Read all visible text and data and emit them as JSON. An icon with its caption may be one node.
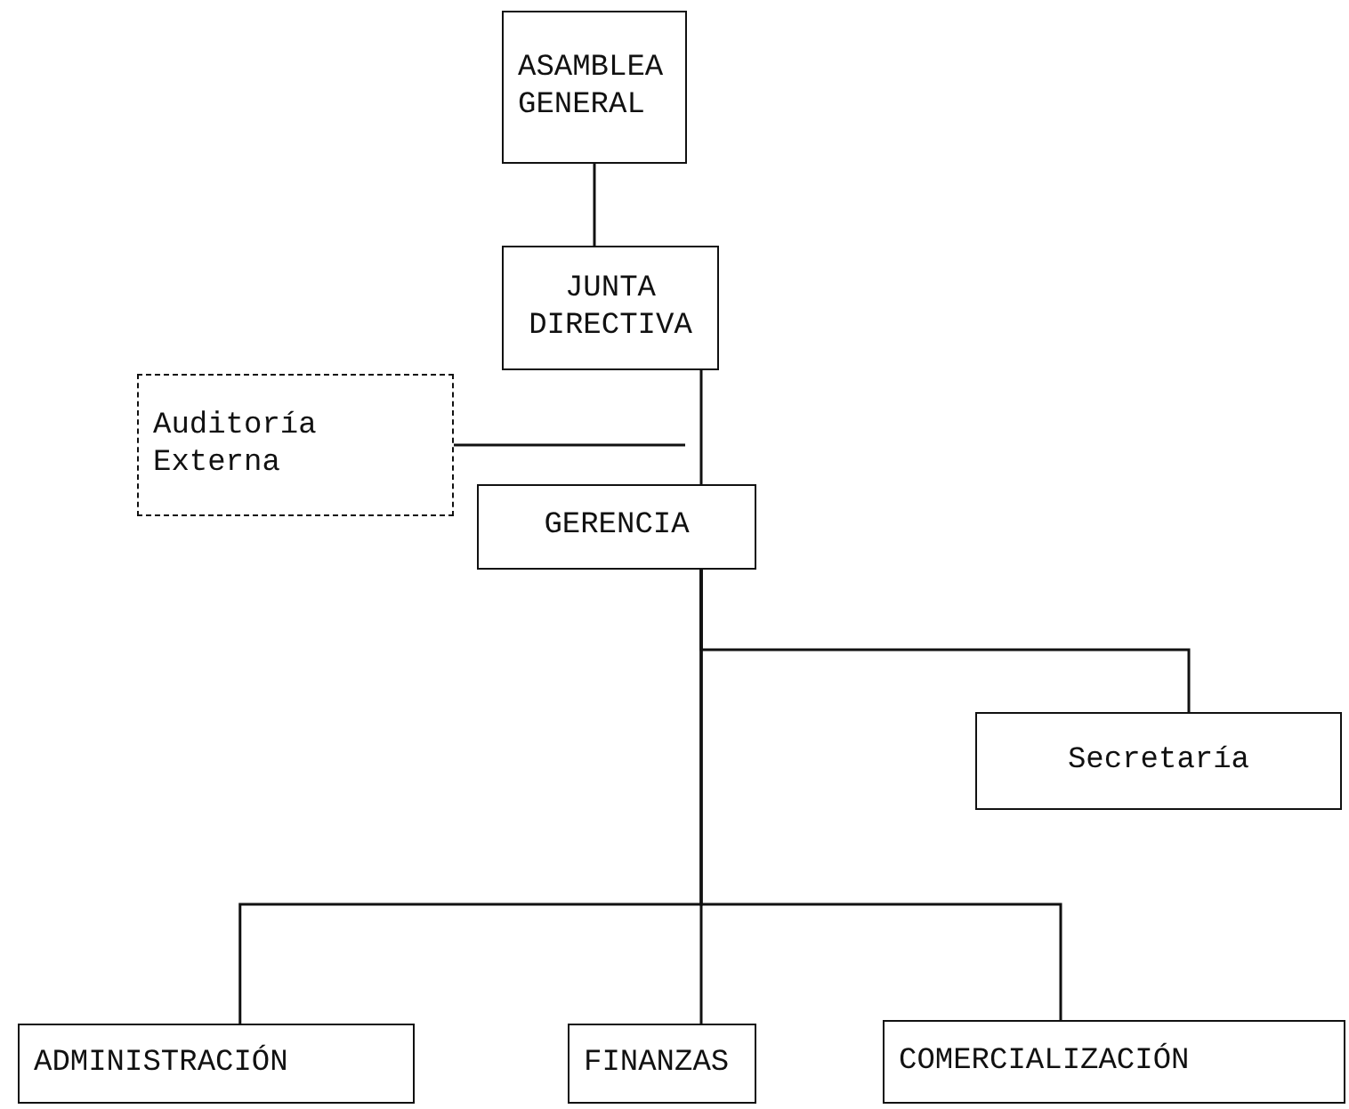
{
  "diagram": {
    "nodes": [
      {
        "text": [
          "ASAMBLEA GENERAL"
        ]
      },
      {
        "text": [
          "JUNTA DIRECTIVA"
        ]
      },
      {
        "text": [
          "Auditoría Externa"
        ]
      },
      {
        "text": [
          "GERENCIA"
        ]
      },
      {
        "text": [
          "Secretaría"
        ]
      },
      {
        "text": [
          "ADMINISTRACIÓN"
        ]
      },
      {
        "text": [
          "FINANZAS"
        ]
      },
      {
        "text": [
          "COMERCIALIZACIÓN"
        ]
      }
    ],
    "edges": [
      {
        "from": 0,
        "to": 1,
        "arrow": "none"
      },
      {
        "from": 1,
        "to": 3,
        "arrow": "none"
      },
      {
        "from": 2,
        "to": null,
        "arrow": "none"
      },
      {
        "from": 3,
        "to": 4,
        "arrow": "none"
      },
      {
        "from": 3,
        "to": 5,
        "arrow": "none"
      },
      {
        "from": 3,
        "to": 6,
        "arrow": "none"
      },
      {
        "from": 3,
        "to": 7,
        "arrow": "none"
      }
    ]
  }
}
